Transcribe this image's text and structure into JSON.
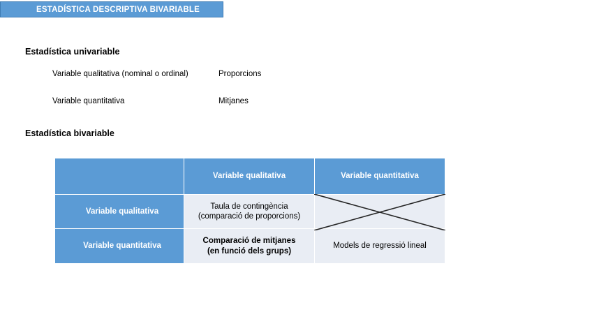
{
  "slide": {
    "title": "ESTADÍSTICA DESCRIPTIVA BIVARIABLE",
    "accent_color": "#5b9bd5",
    "accent_border_color": "#3f7cb4",
    "cell_light_color": "#e9edf4",
    "background_color": "#ffffff"
  },
  "univariable": {
    "heading": "Estadística univariable",
    "rows": [
      {
        "variable": "Variable qualitativa (nominal o ordinal)",
        "measure": "Proporcions"
      },
      {
        "variable": "Variable quantitativa",
        "measure": "Mitjanes"
      }
    ]
  },
  "bivariable": {
    "heading": "Estadística bivariable",
    "table": {
      "corner_label": "",
      "column_headers": [
        "Variable qualitativa",
        "Variable quantitativa"
      ],
      "rows": [
        {
          "row_header": "Variable qualitativa",
          "cells": [
            {
              "line1": "Taula de contingència",
              "line2": "(comparació de proporcions)",
              "bold": false,
              "crossed_out": false
            },
            {
              "line1": "",
              "line2": "",
              "bold": false,
              "crossed_out": true
            }
          ]
        },
        {
          "row_header": "Variable quantitativa",
          "cells": [
            {
              "line1": "Comparació de mitjanes",
              "line2": "(en funció dels grups)",
              "bold": true,
              "crossed_out": false
            },
            {
              "line1": "Models de regressió lineal",
              "line2": "",
              "bold": false,
              "crossed_out": false
            }
          ]
        }
      ]
    }
  }
}
